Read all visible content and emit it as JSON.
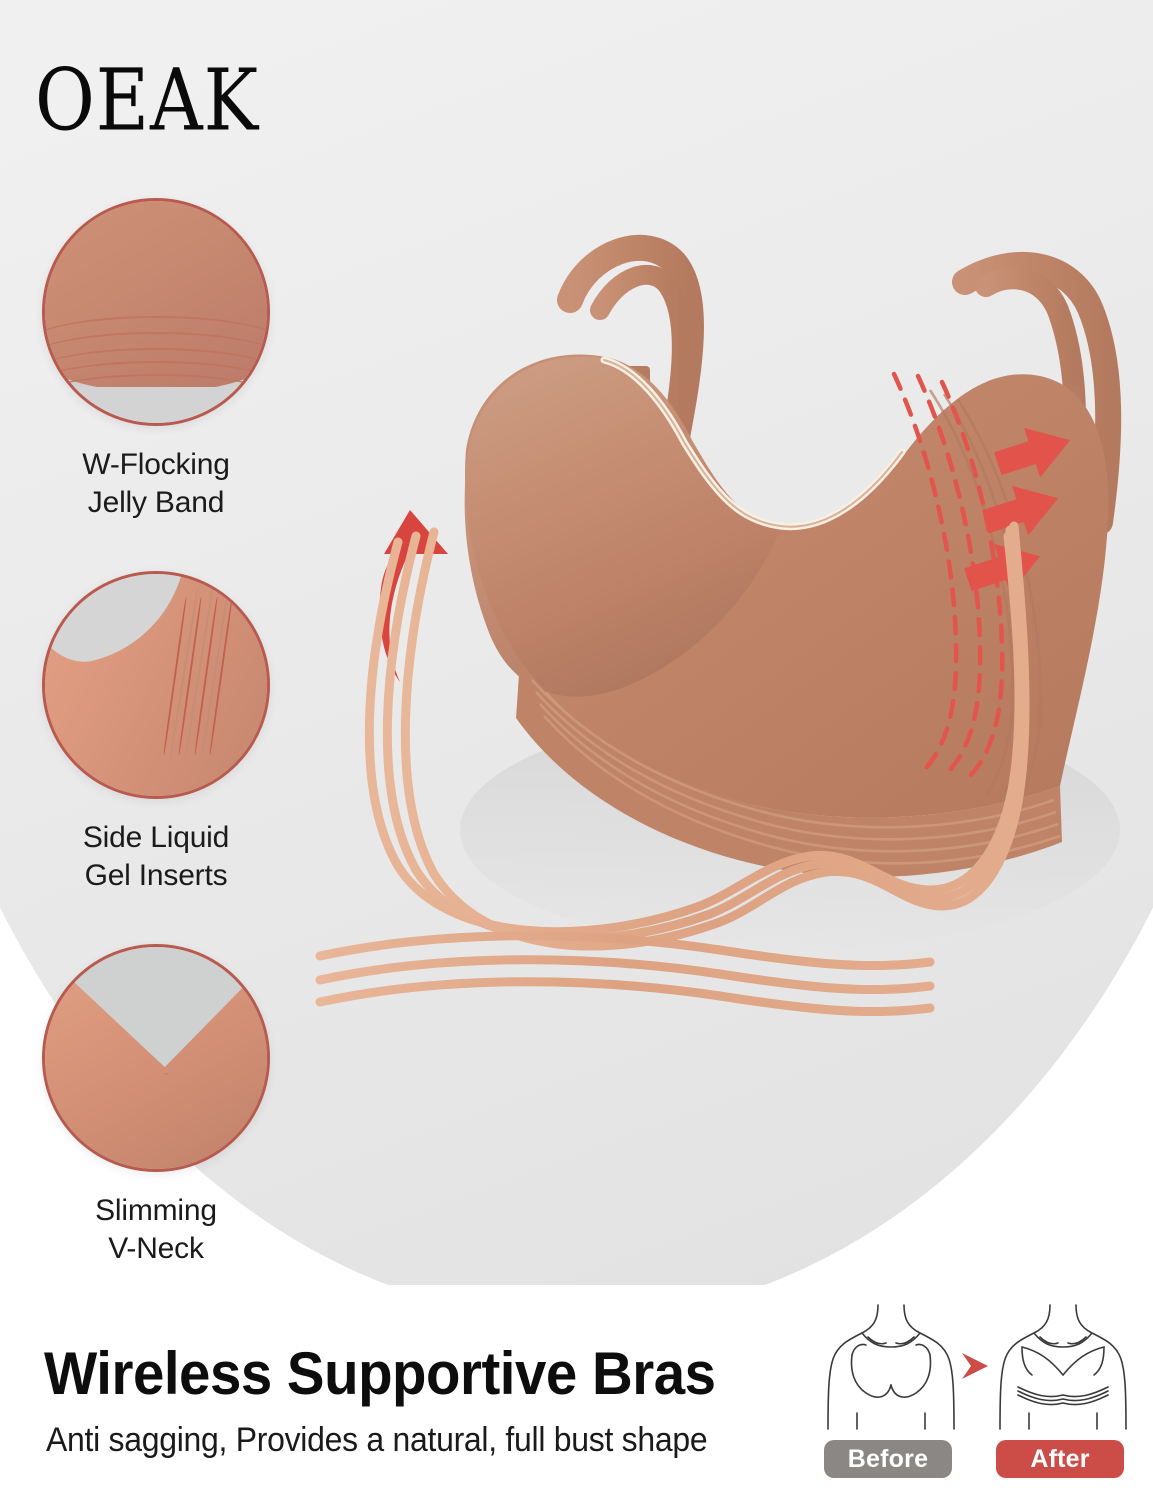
{
  "brand": {
    "logo_text": "OEAK"
  },
  "features": [
    {
      "id": "jelly-band",
      "label_line1": "W-Flocking",
      "label_line2": "Jelly Band",
      "circle_border_color": "#b85a4e",
      "fabric_color": "#c98a72"
    },
    {
      "id": "gel-inserts",
      "label_line1": "Side Liquid",
      "label_line2": "Gel Inserts",
      "circle_border_color": "#b85a4e",
      "fabric_color": "#dd9a7f"
    },
    {
      "id": "v-neck",
      "label_line1": "Slimming",
      "label_line2": "V-Neck",
      "circle_border_color": "#b85a4e",
      "fabric_color": "#d89479"
    }
  ],
  "product": {
    "alt": "nude wireless supportive bra with lift arrows and jelly band strands",
    "fabric_color": "#c08468",
    "accent_red": "#d8453f",
    "band_strand_color": "#e0a98a"
  },
  "banner": {
    "headline": "Wireless Supportive Bras",
    "subhead": "Anti sagging, Provides a natural, full bust shape"
  },
  "comparison": {
    "before_label": "Before",
    "after_label": "After",
    "before_color": "#8a8784",
    "after_color": "#cc4c48",
    "arrow_color": "#cc4c48"
  },
  "colors": {
    "background_gray": "#efefef",
    "white": "#ffffff",
    "text_dark": "#0d0d0d"
  }
}
